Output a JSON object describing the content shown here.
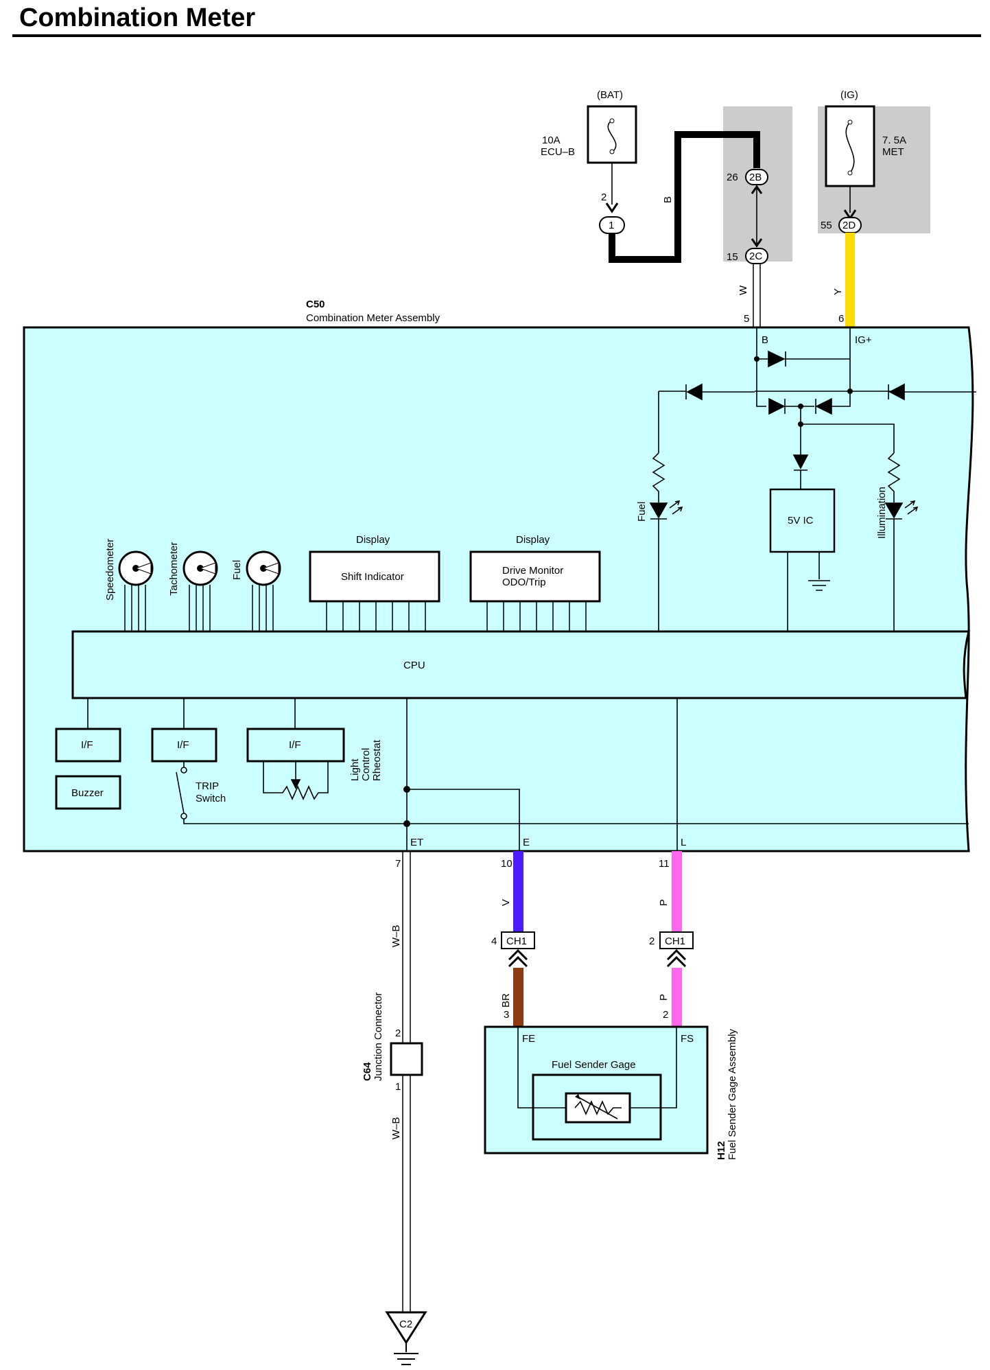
{
  "title": "Combination Meter",
  "colors": {
    "assembly_fill": "#ccffff",
    "shade": "#cccccc",
    "wire_yellow": "#ffdd00",
    "wire_violet": "#4a1cff",
    "wire_brown": "#8b3a12",
    "wire_pink": "#ff66ee"
  },
  "sources": {
    "bat": "(BAT)",
    "ig": "(IG)",
    "fuse1_amp": "10A",
    "fuse1_name": "ECU–B",
    "fuse2_amp": "7. 5A",
    "fuse2_name": "MET"
  },
  "connectors": {
    "c1_pin": "2",
    "c1_label": "1",
    "c2b_pin": "26",
    "c2b_label": "2B",
    "c2c_pin": "15",
    "c2c_label": "2C",
    "c2d_pin": "55",
    "c2d_label": "2D",
    "ch1_left_pin": "4",
    "ch1_right_pin": "2",
    "ch1_label": "CH1",
    "c2_ground": "C2"
  },
  "wires": {
    "b": "B",
    "w": "W",
    "y": "Y",
    "wb": "W–B",
    "v": "V",
    "p": "P",
    "br": "BR"
  },
  "assembly": {
    "id": "C50",
    "name": "Combination Meter Assembly",
    "pin_b_num": "5",
    "pin_b": "B",
    "pin_ig_num": "6",
    "pin_ig": "IG+",
    "pin_et_num": "7",
    "pin_et": "ET",
    "pin_e_num": "10",
    "pin_e": "E",
    "pin_l_num": "11",
    "pin_l": "L"
  },
  "components": {
    "speedometer": "Speedometer",
    "tachometer": "Tachometer",
    "fuel": "Fuel",
    "display1_caption": "Display",
    "display1": "Shift Indicator",
    "display2_caption": "Display",
    "display2_line1": "Drive Monitor",
    "display2_line2": "ODO/Trip",
    "fuel_led": "Fuel",
    "ic": "5V IC",
    "illumination": "Illumination",
    "cpu": "CPU",
    "if1": "I/F",
    "if2": "I/F",
    "if3": "I/F",
    "buzzer": "Buzzer",
    "trip1": "TRIP",
    "trip2": "Switch",
    "rheo1": "Light",
    "rheo2": "Control",
    "rheo3": "Rheostat"
  },
  "junction": {
    "id": "C64",
    "name": "Junction Connector",
    "pin_top": "2",
    "pin_bottom": "1"
  },
  "sender": {
    "id": "H12",
    "name": "Fuel Sender Gage Assembly",
    "inner": "Fuel Sender Gage",
    "pin_fe_num": "3",
    "pin_fe": "FE",
    "pin_fs_num": "2",
    "pin_fs": "FS"
  }
}
